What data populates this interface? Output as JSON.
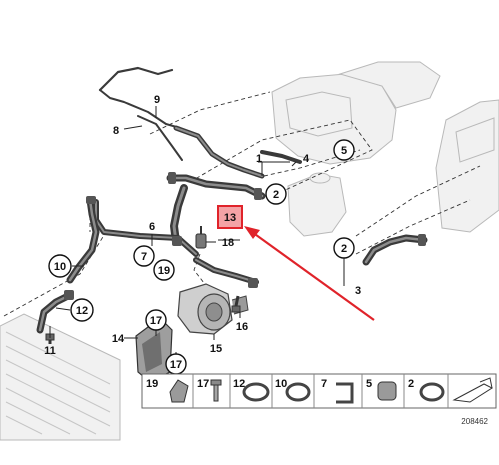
{
  "callouts": {
    "c1": "1",
    "c2a": "2",
    "c2b": "2",
    "c3": "3",
    "c4": "4",
    "c5": "5",
    "c6": "6",
    "c7": "7",
    "c8": "8",
    "c9": "9",
    "c10": "10",
    "c11": "11",
    "c12": "12",
    "c13": "13",
    "c14": "14",
    "c15": "15",
    "c16": "16",
    "c17a": "17",
    "c17b": "17",
    "c18": "18",
    "c19": "19"
  },
  "legend": {
    "items": [
      "19",
      "17",
      "12",
      "10",
      "7",
      "5",
      "2"
    ]
  },
  "drawing_number": "208462",
  "colors": {
    "highlight": "#e0232a",
    "hose": "#3a3a3a",
    "ghost": "#b9b9b9"
  }
}
